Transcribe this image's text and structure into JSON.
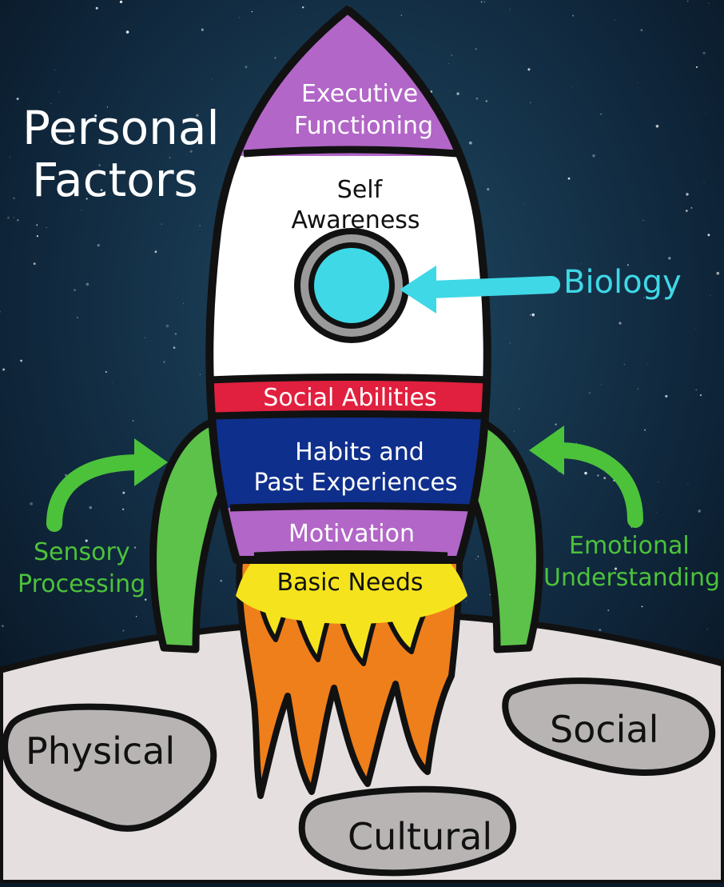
{
  "title": "Personal Factors",
  "title_lines": [
    "Personal",
    "Factors"
  ],
  "rocket_sections": {
    "executive_functioning": [
      "Executive",
      "Functioning"
    ],
    "self_awareness": [
      "Self",
      "Awareness"
    ],
    "social_abilities": "Social Abilities",
    "habits": [
      "Habits and",
      "Past Experiences"
    ],
    "motivation": "Motivation",
    "basic_needs": "Basic Needs"
  },
  "side_labels": {
    "biology": "Biology",
    "sensory": [
      "Sensory",
      "Processing"
    ],
    "emotional": [
      "Emotional",
      "Understanding"
    ]
  },
  "ground_labels": {
    "physical": "Physical",
    "social": "Social",
    "cultural": "Cultural"
  },
  "colors": {
    "space": "#0d2438",
    "purple": "#b266c7",
    "white": "#ffffff",
    "red": "#e0203e",
    "blue": "#0f2f8c",
    "yellow": "#f5e41d",
    "orange": "#ef7f1a",
    "green": "#5cc24a",
    "cyan": "#3fd8e6",
    "moon": "#e5e0df",
    "crater": "#b7b4b3",
    "porthole_ring": "#9a9a9a",
    "green_text": "#4cc23b",
    "cyan_text": "#3fd8e6"
  }
}
